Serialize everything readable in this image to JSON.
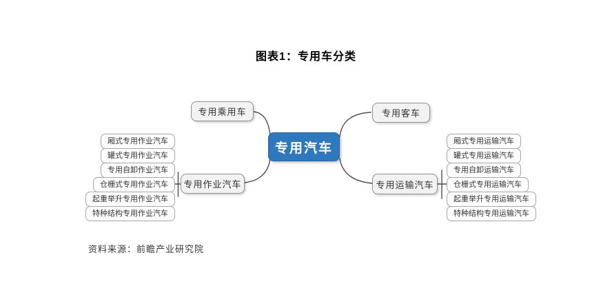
{
  "title": "图表1：专用车分类",
  "source": "资料来源：前瞻产业研究院",
  "colors": {
    "center_bg": "#2e79bd",
    "branch_bg": "#f2f2f2",
    "branch_border": "#8f8f8f",
    "leaf_border": "#a6a6a6",
    "connector_line": "#4d4d4d"
  },
  "center": {
    "label": "专用汽车"
  },
  "branches": {
    "passenger": {
      "label": "专用乘用车"
    },
    "bus": {
      "label": "专用客车"
    },
    "operation": {
      "label": "专用作业汽车",
      "children": [
        "厢式专用作业汽车",
        "罐式专用作业汽车",
        "专用自卸作业汽车",
        "仓栅式专用作业汽车",
        "起重举升专用作业汽车",
        "特种结构专用作业汽车"
      ]
    },
    "transport": {
      "label": "专用运输汽车",
      "children": [
        "厢式专用运输汽车",
        "罐式专用运输汽车",
        "专用自卸运输汽车",
        "仓栅式专用运输汽车",
        "起重举升专用运输汽车",
        "特种结构专用运输汽车"
      ]
    }
  }
}
